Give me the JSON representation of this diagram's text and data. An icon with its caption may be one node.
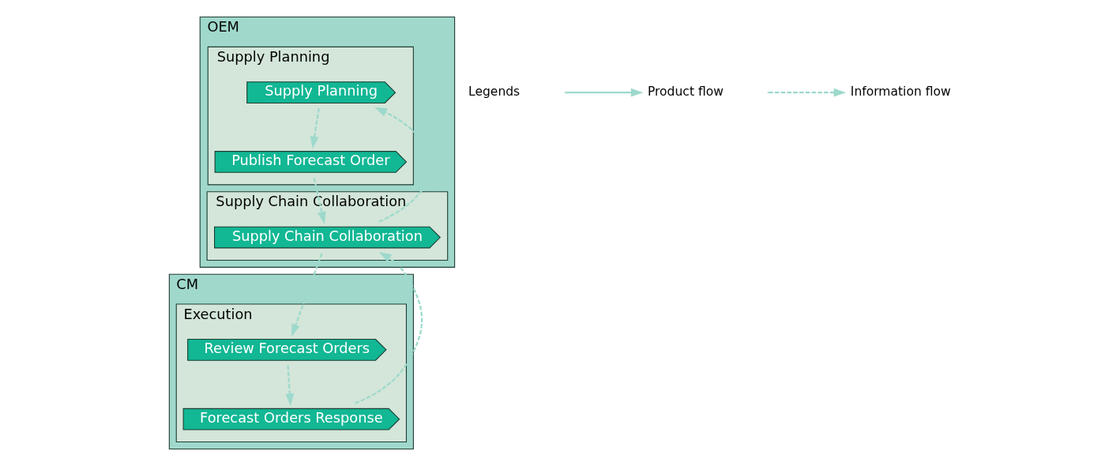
{
  "diagram": {
    "nodes": [
      {
        "text": [
          "OEM"
        ]
      },
      {
        "text": [
          "Supply Planning"
        ],
        "in": 0
      },
      {
        "text": [
          "Supply Chain Collaboration"
        ],
        "in": 0
      },
      {
        "text": [
          "CM"
        ]
      },
      {
        "text": [
          "Execution"
        ],
        "in": 3
      },
      {
        "text": [
          "Supply Planning"
        ],
        "in": 1
      },
      {
        "text": [
          "Publish Forecast Order"
        ],
        "in": 1
      },
      {
        "text": [
          "Supply Chain Collaboration"
        ],
        "in": 2
      },
      {
        "text": [
          "Forecast Orders Response"
        ],
        "in": 4
      },
      {
        "text": [
          "Review Forecast Orders"
        ],
        "in": 4
      }
    ],
    "edges": [
      {
        "from": 5,
        "to": 6,
        "arrow": "to",
        "style": "dashed"
      },
      {
        "from": 6,
        "to": 7,
        "arrow": "to",
        "style": "dashed"
      },
      {
        "from": 7,
        "to": 5,
        "arrow": "to",
        "style": "dashed"
      },
      {
        "from": 7,
        "to": 9,
        "arrow": "to",
        "style": "dashed"
      },
      {
        "from": 9,
        "to": 8,
        "arrow": "to",
        "style": "dashed"
      },
      {
        "from": 8,
        "to": 7,
        "arrow": "to",
        "style": "dashed"
      }
    ],
    "labels": [
      "Legends"
    ],
    "legend": [
      {
        "text": "Product flow"
      },
      {
        "text": "Information flow"
      }
    ]
  }
}
